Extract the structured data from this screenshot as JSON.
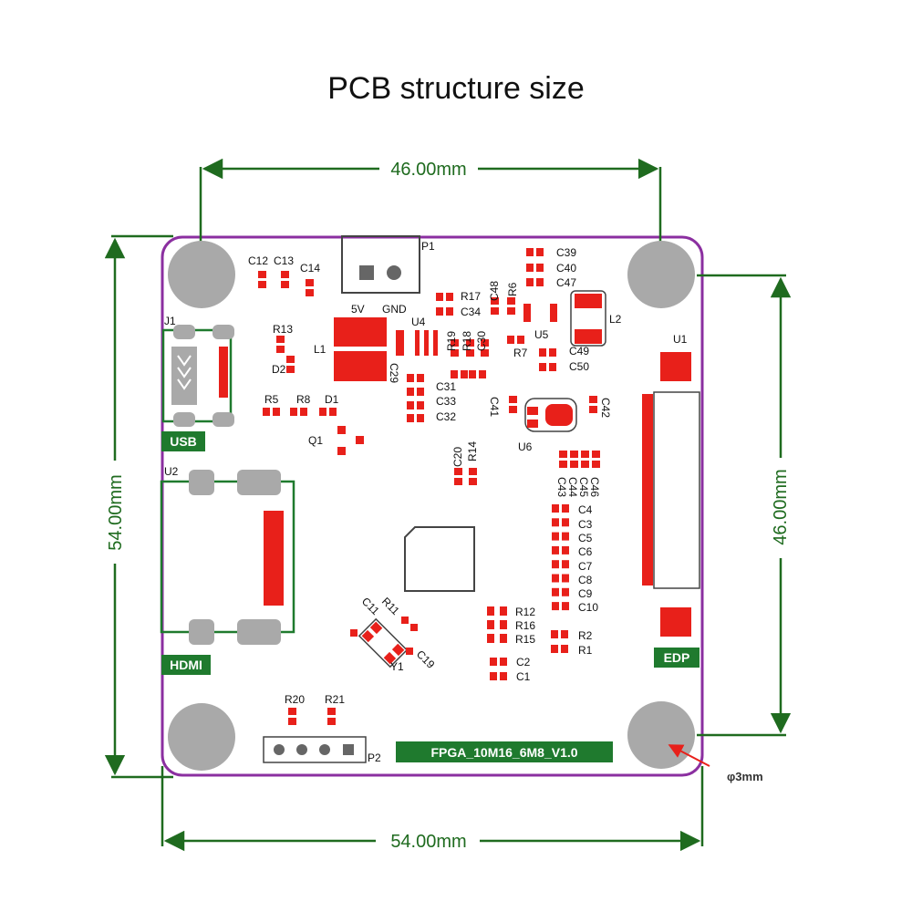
{
  "title": "PCB structure size",
  "dimensions": {
    "top": "46.00mm",
    "left": "54.00mm",
    "right": "46.00mm",
    "bottom": "54.00mm"
  },
  "hole_label": "φ3mm",
  "silkscreen": {
    "usb": "USB",
    "hdmi": "HDMI",
    "edp": "EDP",
    "board_name": "FPGA_10M16_6M8_V1.0"
  },
  "pins": {
    "p1_left": "5V",
    "p1_right": "GND"
  },
  "refdes": [
    "P1",
    "C12",
    "C13",
    "C14",
    "C39",
    "C40",
    "C47",
    "R17",
    "C34",
    "C48",
    "R6",
    "L2",
    "J1",
    "R13",
    "L1",
    "U4",
    "R19",
    "R18",
    "C30",
    "U5",
    "R7",
    "C49",
    "C50",
    "U1",
    "D2",
    "C29",
    "C31",
    "C33",
    "C32",
    "R5",
    "R8",
    "D1",
    "C41",
    "C42",
    "U6",
    "Q1",
    "C20",
    "R14",
    "C43",
    "C44",
    "C45",
    "C46",
    "U2",
    "C4",
    "C3",
    "C5",
    "C6",
    "C7",
    "C8",
    "C9",
    "C10",
    "R11",
    "C11",
    "R12",
    "R16",
    "R15",
    "R2",
    "R1",
    "C19",
    "Y1",
    "C2",
    "C1",
    "R20",
    "R21",
    "P2"
  ],
  "colors": {
    "dimension": "#1f6b1f",
    "board_outline": "#8b2fa0",
    "pad": "#e8201a",
    "hole": "#a9a9a9",
    "silk_bg": "#1f7a2e"
  }
}
